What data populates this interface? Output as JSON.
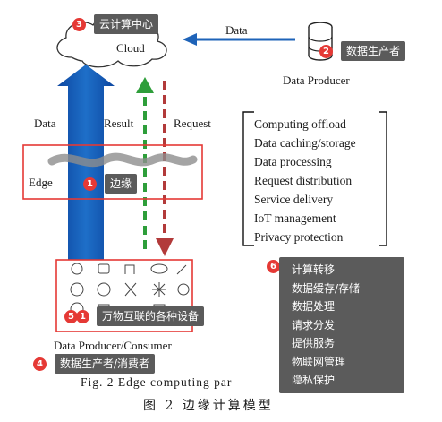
{
  "diagram": {
    "cloud_label": "Cloud",
    "edge_label": "Edge",
    "data_producer_label": "Data Producer",
    "producer_consumer_label": "Data Producer/Consumer",
    "arrow_data_top": "Data",
    "arrow_data_left": "Data",
    "arrow_result": "Result",
    "arrow_request": "Request",
    "edge_functions": [
      "Computing offload",
      "Data caching/storage",
      "Data processing",
      "Request distribution",
      "Service delivery",
      "IoT management",
      "Privacy protection"
    ],
    "caption_en": "Fig. 2   Edge computing par",
    "caption_cn": "图 2   边缘计算模型"
  },
  "annotations": {
    "a1": {
      "number": "1",
      "text": "边缘"
    },
    "a2": {
      "number": "2",
      "text": "数据生产者"
    },
    "a3": {
      "number": "3",
      "text": "云计算中心"
    },
    "a4": {
      "number": "4",
      "text": "数据生产者/消费者"
    },
    "a5": {
      "number": "5",
      "number2": "1",
      "text": "万物互联的各种设备"
    },
    "a6": {
      "number": "6",
      "items": [
        "计算转移",
        "数据缓存/存储",
        "数据处理",
        "请求分发",
        "提供服务",
        "物联网管理",
        "隐私保护"
      ]
    }
  },
  "icons": {
    "devices": [
      "bulb-icon",
      "camera-icon",
      "plug-icon",
      "eye-icon",
      "wrench-icon",
      "clock-icon",
      "gear-icon",
      "fan-icon",
      "snowflake-icon",
      "lamp-icon",
      "circle-icon",
      "lock-icon",
      "bell-icon",
      "square-icon",
      "wave-icon"
    ],
    "database": "database-icon",
    "cloud": "cloud-icon"
  },
  "colors": {
    "data_arrow": "#1565c0",
    "result_arrow": "#2e9e3a",
    "request_arrow": "#b23a3a",
    "highlight_box": "#e53935",
    "badge": "#e53935",
    "tag_bg": "#5b5b5b"
  }
}
